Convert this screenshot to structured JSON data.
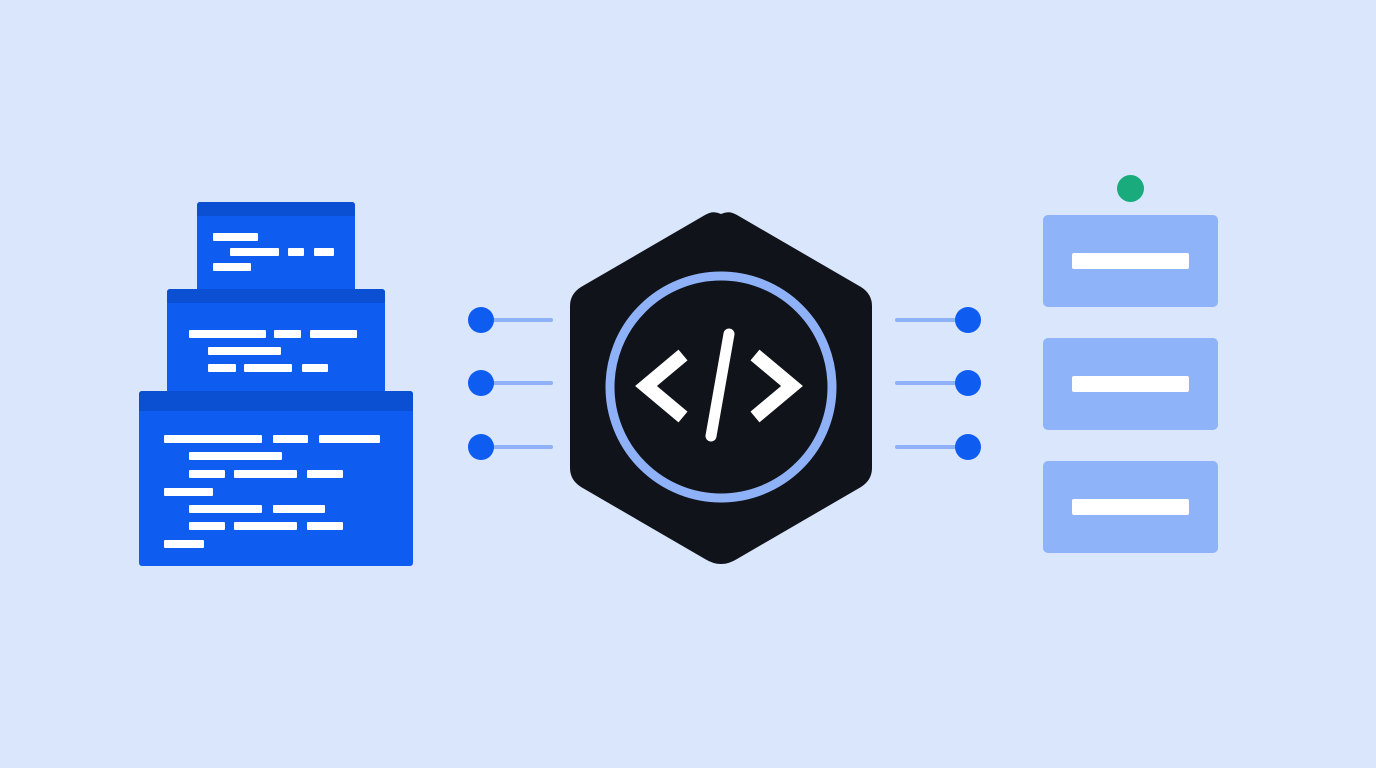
{
  "hub": {
    "symbol": "</>",
    "icon": "code-brackets-icon",
    "fill_color": "#11131a",
    "ring_color": "#8eb1f7"
  },
  "source": {
    "icon": "stacked-code-files-icon",
    "window_count": 3,
    "color": "#0f5cf0"
  },
  "connections": {
    "left_count": 3,
    "right_count": 3,
    "node_color": "#0f5cf0",
    "line_color": "#8eb1f7"
  },
  "outputs": {
    "icon": "stacked-panels-icon",
    "panel_count": 3,
    "panel_color": "#8fb3f9",
    "status_color": "#1aab7c"
  },
  "background_color": "#d9e6fb"
}
